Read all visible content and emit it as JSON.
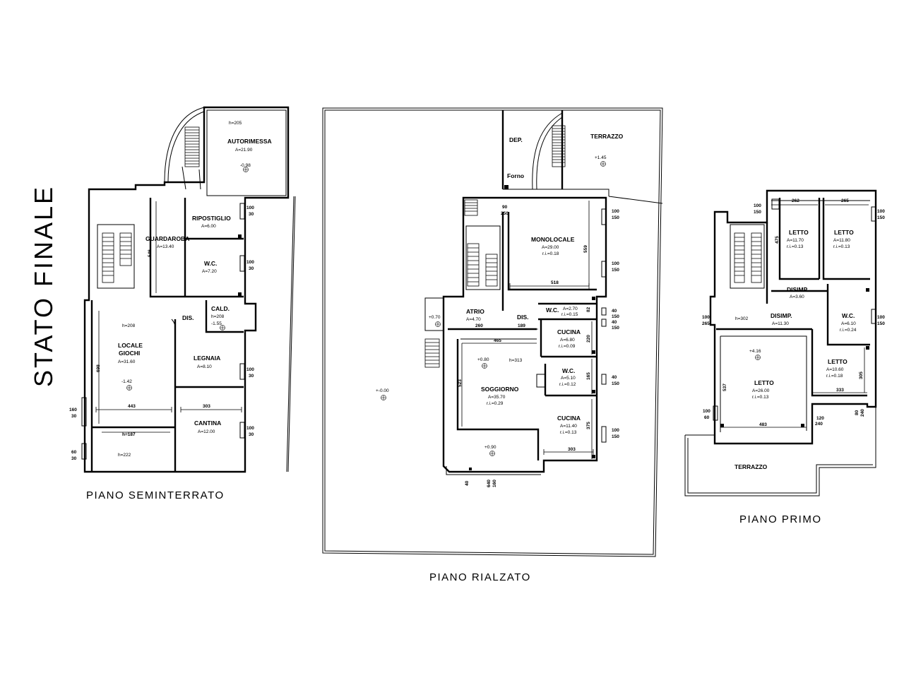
{
  "title": "STATO FINALE",
  "floors": {
    "seminterrato": {
      "name": "PIANO SEMINTERRATO",
      "rooms": {
        "autorimessa": {
          "name": "AUTORIMESSA",
          "height": "h=205",
          "area": "A=21.90",
          "level": "-0.98"
        },
        "ripostiglio": {
          "name": "RIPOSTIGLIO",
          "area": "A=6.00"
        },
        "guardaroba": {
          "name": "GUARDAROBA",
          "area": "A=13.40"
        },
        "wc": {
          "name": "W.C.",
          "area": "A=7.20"
        },
        "cald": {
          "name": "CALD.",
          "height": "h=208",
          "level": "-1.55"
        },
        "dis": {
          "name": "DIS."
        },
        "locale_giochi": {
          "name1": "LOCALE",
          "name2": "GIOCHI",
          "height": "h=208",
          "area": "A=31.60",
          "level": "-1.42"
        },
        "legnaia": {
          "name": "LEGNAIA",
          "area": "A=8.10"
        },
        "cantina": {
          "name": "CANTINA",
          "area": "A=12.00"
        },
        "lower": {
          "height": "h=222"
        }
      },
      "dims": [
        "546",
        "698",
        "443",
        "303",
        "h=187"
      ],
      "windows": [
        {
          "top": "100",
          "bottom": "30"
        },
        {
          "top": "100",
          "bottom": "30"
        },
        {
          "top": "100",
          "bottom": "30"
        },
        {
          "top": "100",
          "bottom": "30"
        },
        {
          "top": "160",
          "bottom": "30"
        },
        {
          "top": "60",
          "bottom": "30"
        }
      ]
    },
    "rialzato": {
      "name": "PIANO RIALZATO",
      "rooms": {
        "dep": {
          "name": "DEP."
        },
        "forno": {
          "name": "Forno"
        },
        "terrazzo": {
          "name": "TERRAZZO",
          "level": "+1.45"
        },
        "monolocale": {
          "name": "MONOLOCALE",
          "area": "A=29.00",
          "ri": "r.i.=0.18"
        },
        "atrio": {
          "name": "ATRIO",
          "area": "A=4.70"
        },
        "dis": {
          "name": "DIS."
        },
        "wc1": {
          "name": "W.C.",
          "area": "A=2.70",
          "ri": "r.i.=0.15"
        },
        "cucina1": {
          "name": "CUCINA",
          "area": "A=6.80",
          "ri": "r.i.=0.09"
        },
        "soggiorno": {
          "name": "SOGGIORNO",
          "area": "A=35.70",
          "ri": "r.i.=0.29",
          "height": "h=313",
          "level": "+0.80"
        },
        "wc2": {
          "name": "W.C.",
          "area": "A=5.10",
          "ri": "r.i.=0.12"
        },
        "cucina2": {
          "name": "CUCINA",
          "area": "A=11.40",
          "ri": "r.i.=0.13"
        },
        "garden": {
          "level": "+-0.00"
        },
        "entry": {
          "level": "+0.70"
        },
        "loggia": {
          "level": "+0.90"
        }
      },
      "dims": [
        "90",
        "250",
        "559",
        "518",
        "260",
        "189",
        "465",
        "523",
        "82",
        "220",
        "165",
        "375",
        "303",
        "40",
        "640",
        "160"
      ],
      "windows": [
        {
          "top": "100",
          "bottom": "150"
        },
        {
          "top": "100",
          "bottom": "150"
        },
        {
          "top": "40",
          "bottom": "150"
        },
        {
          "top": "40",
          "bottom": "150"
        },
        {
          "top": "40",
          "bottom": "150"
        },
        {
          "top": "100",
          "bottom": "150"
        }
      ]
    },
    "primo": {
      "name": "PIANO PRIMO",
      "rooms": {
        "letto1": {
          "name": "LETTO",
          "area": "A=11.70",
          "ri": "r.i.=0.13"
        },
        "letto2": {
          "name": "LETTO",
          "area": "A=11.80",
          "ri": "r.i.=0.13"
        },
        "disimp1": {
          "name": "DISIMP.",
          "area": "A=3.60"
        },
        "disimp2": {
          "name": "DISIMP.",
          "area": "A=11.30"
        },
        "wc": {
          "name": "W.C.",
          "area": "A=6.10",
          "ri": "r.i.=0.24"
        },
        "letto3": {
          "name": "LETTO",
          "area": "A=26.00",
          "ri": "r.i.=0.13",
          "level": "+4.16"
        },
        "letto4": {
          "name": "LETTO",
          "area": "A=10.60",
          "ri": "r.i.=0.18"
        },
        "terrazzo": {
          "name": "TERRAZZO"
        },
        "hall": {
          "height": "h=302"
        }
      },
      "dims": [
        "262",
        "265",
        "475",
        "537",
        "483",
        "333",
        "305",
        "120",
        "240",
        "80",
        "240"
      ],
      "windows": [
        {
          "top": "100",
          "bottom": "150"
        },
        {
          "top": "100",
          "bottom": "150"
        },
        {
          "top": "100",
          "bottom": "265"
        },
        {
          "top": "100",
          "bottom": "150"
        },
        {
          "top": "100",
          "bottom": "60"
        }
      ]
    }
  }
}
